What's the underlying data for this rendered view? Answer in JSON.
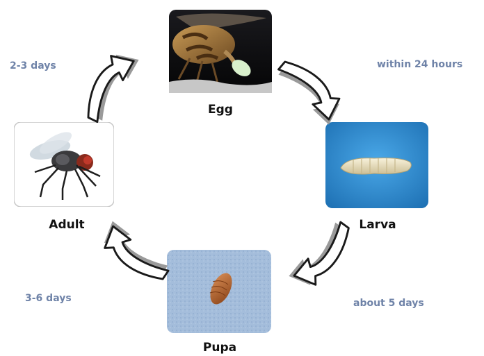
{
  "stages": {
    "egg": "Egg",
    "larva": "Larva",
    "pupa": "Pupa",
    "adult": "Adult"
  },
  "durations": {
    "egg_to_larva": "within 24 hours",
    "larva_to_pupa": "about 5 days",
    "pupa_to_adult": "3-6 days",
    "adult_to_egg": "2-3 days"
  },
  "colors": {
    "duration_text": "#6f83a8",
    "stage_text": "#111111",
    "arrow_fill": "#ffffff",
    "arrow_outline": "#1a1a1a",
    "arrow_shadow": "#9a9a9a",
    "larva_bg": "#2f8fd3",
    "pupa_bg": "#9fb9d8",
    "egg_bg": "#0e0e10"
  },
  "icons": {
    "egg_image": "fly-laying-egg-photo",
    "larva_image": "larva-maggot-photo",
    "pupa_image": "pupa-photo",
    "adult_image": "house-fly-photo",
    "arrows": "curved-cycle-arrow"
  }
}
